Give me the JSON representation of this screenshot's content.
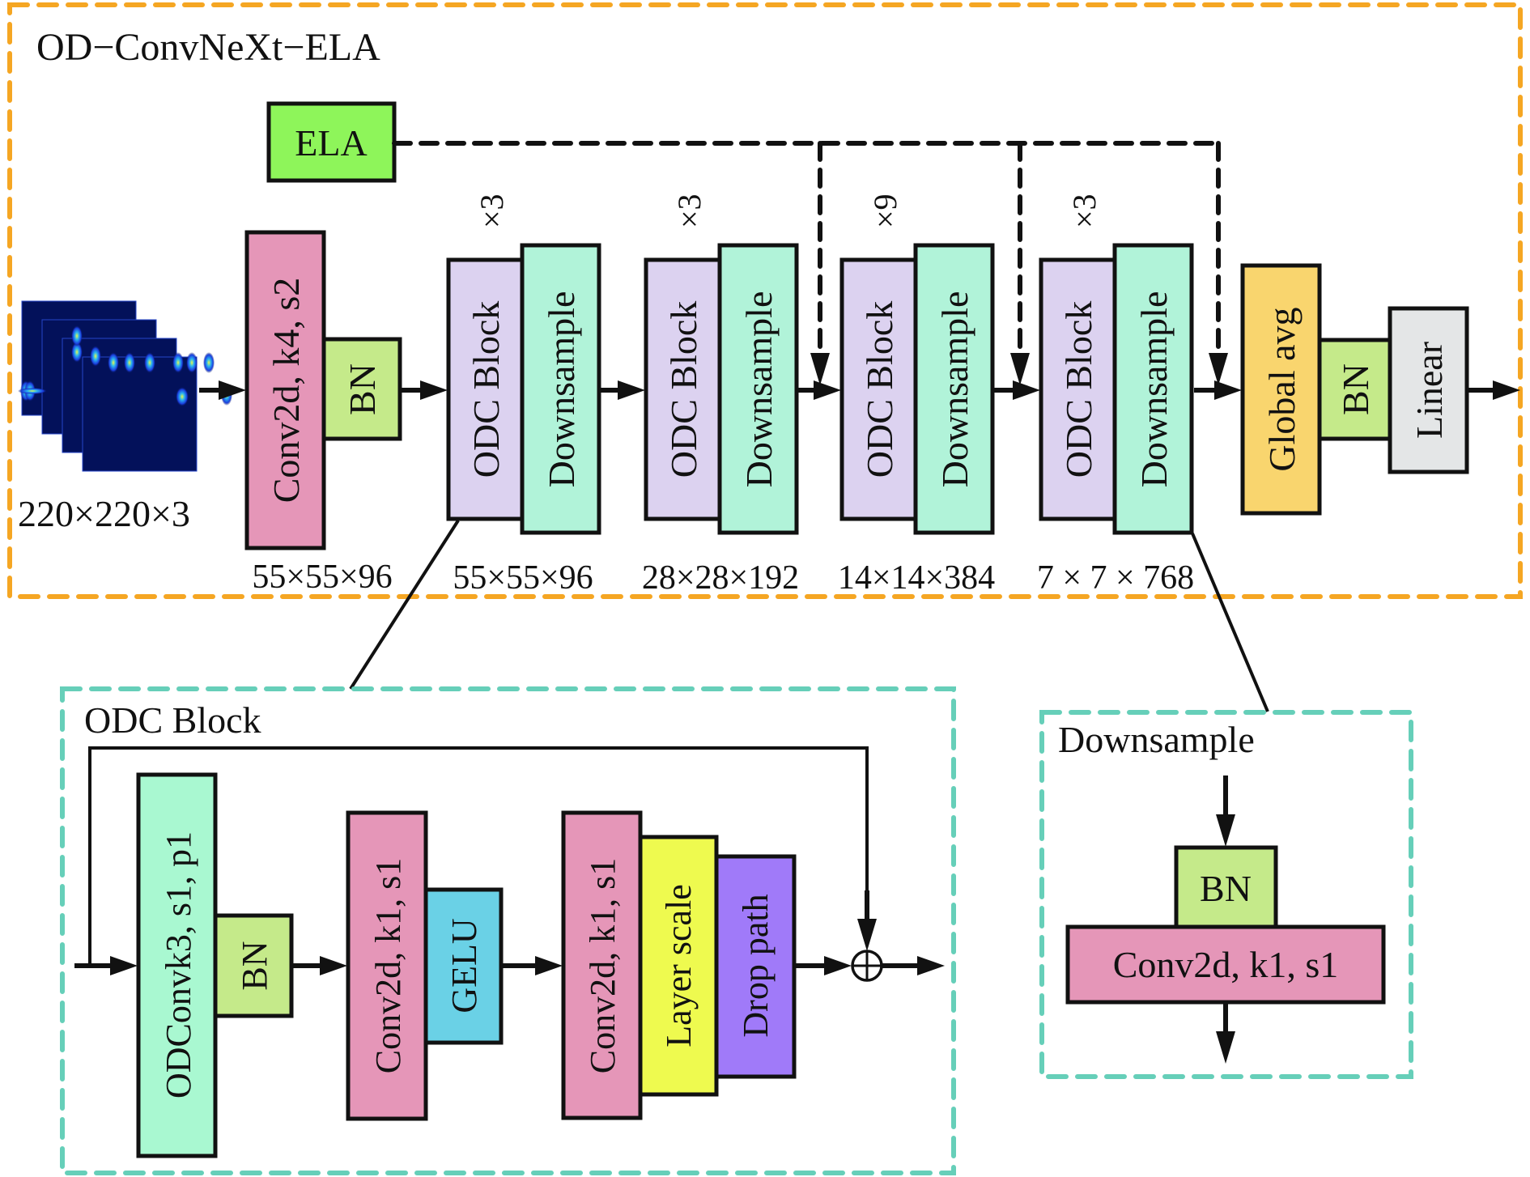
{
  "title": "OD−ConvNeXt−ELA",
  "colors": {
    "frame_main": "#F5A623",
    "frame_detail": "#66CFB9",
    "conv": "#E596B8",
    "bn": "#C5EA8A",
    "ela": "#8EF55A",
    "odc_block": "#DCD2F0",
    "downsample": "#B1F3D9",
    "global_avg": "#F9D56E",
    "linear": "#E4E6E7",
    "odconv": "#A9F8D1",
    "gelu": "#6AD1E6",
    "layer_scale": "#EEFA4F",
    "drop_path": "#A07AF9"
  },
  "input": {
    "label": "220×220×3",
    "icon": "spectrogram-stack"
  },
  "ela": {
    "label": "ELA"
  },
  "stem": {
    "conv_label": "Conv2d, k4, s2",
    "bn_label": "BN",
    "output_size": "55×55×96"
  },
  "stages": [
    {
      "repeat": "×3",
      "block_label": "ODC Block",
      "downsample_label": "Downsample",
      "output_size": "55×55×96",
      "ela_input": false
    },
    {
      "repeat": "×3",
      "block_label": "ODC Block",
      "downsample_label": "Downsample",
      "output_size": "28×28×192",
      "ela_input": true
    },
    {
      "repeat": "×9",
      "block_label": "ODC Block",
      "downsample_label": "Downsample",
      "output_size": "14×14×384",
      "ela_input": true
    },
    {
      "repeat": "×3",
      "block_label": "ODC Block",
      "downsample_label": "Downsample",
      "output_size": "7 × 7 × 768",
      "ela_input": true
    }
  ],
  "head": {
    "global_avg_label": "Global avg",
    "bn_label": "BN",
    "linear_label": "Linear"
  },
  "odc_block_detail": {
    "title": "ODC Block",
    "odconv_label": "ODConvk3, s1, p1",
    "bn_label": "BN",
    "conv_label": "Conv2d, k1, s1",
    "gelu_label": "GELU",
    "conv2_label": "Conv2d, k1, s1",
    "layer_scale_label": "Layer scale",
    "drop_path_label": "Drop path",
    "sum_symbol": "⊕"
  },
  "downsample_detail": {
    "title": "Downsample",
    "bn_label": "BN",
    "conv_label": "Conv2d, k1, s1"
  }
}
